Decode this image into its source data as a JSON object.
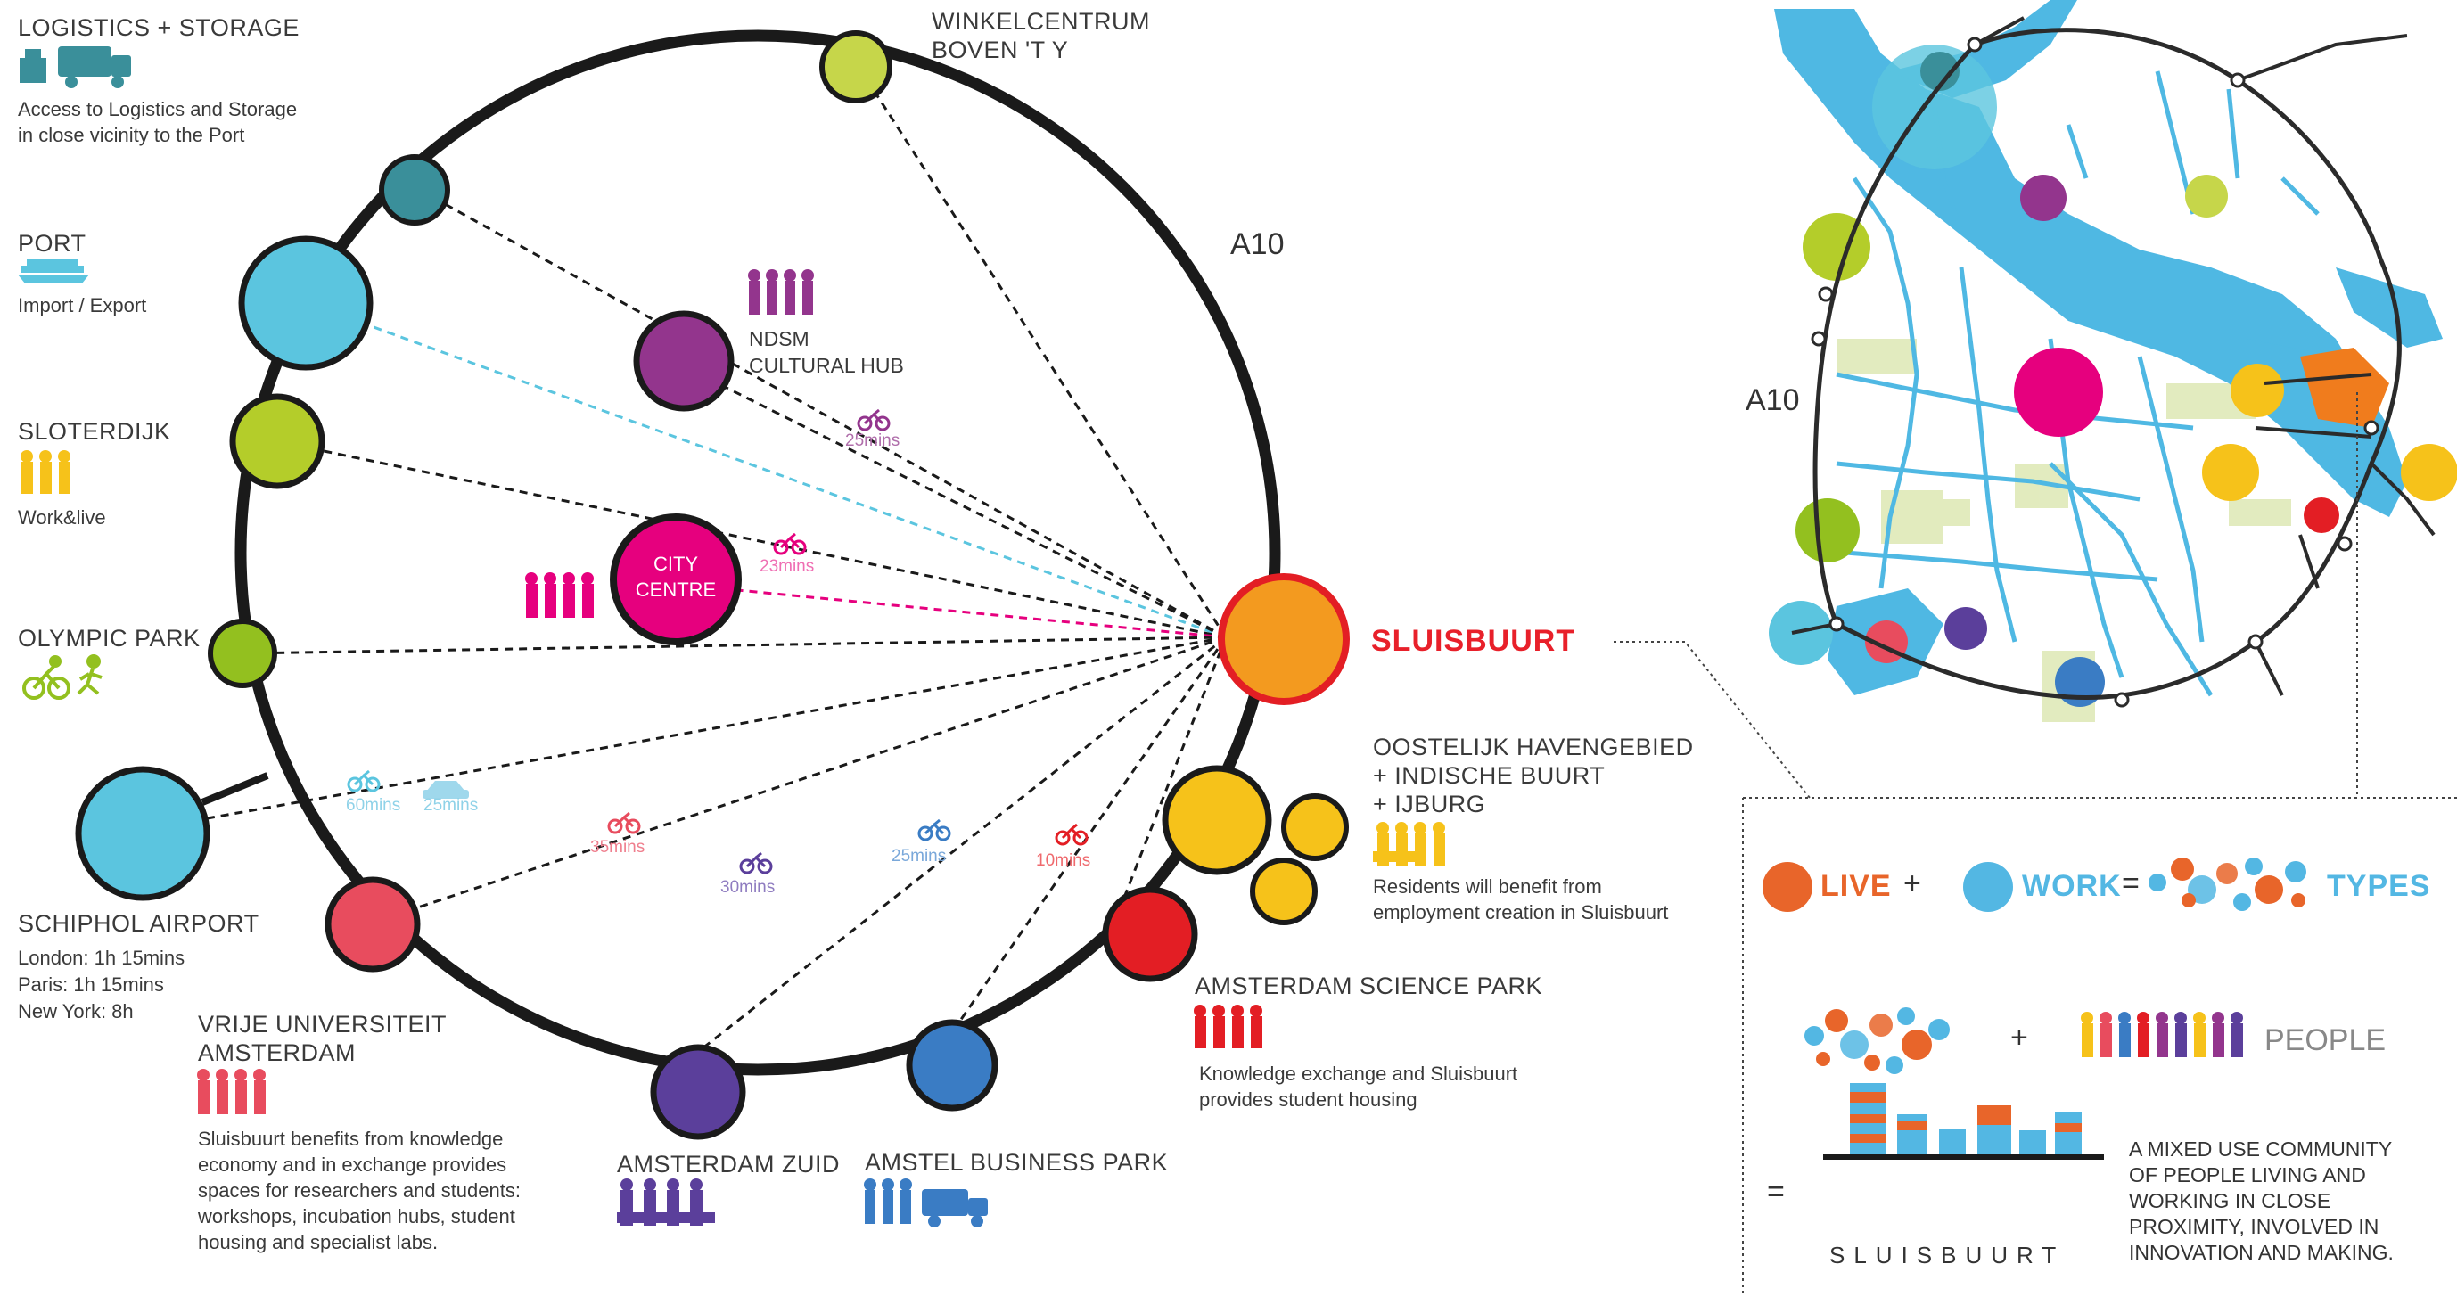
{
  "colors": {
    "ring": "#1a1a1a",
    "sluisbuurt": "#f39a1f",
    "sluisbuurt_text": "#e8202a",
    "city_centre": "#e6007e",
    "ndsm": "#93358d",
    "port": "#5bc5df",
    "schiphol": "#5bc5df",
    "lime": "#b4cd2a",
    "teal": "#3a8f9a",
    "green": "#93c01f",
    "yellow": "#f6c21a",
    "red": "#e31e24",
    "pink": "#e84c5e",
    "purple": "#5b3f9b",
    "blue": "#3a7cc4",
    "water": "#4fb8e3",
    "live": "#e8652a",
    "work": "#53b7e3"
  },
  "ring_label": "A10",
  "map_label": "A10",
  "places": {
    "logistics": {
      "title": "LOGISTICS + STORAGE",
      "desc": "Access to Logistics and Storage\nin close vicinity to the Port",
      "icon": "truck-icon"
    },
    "port": {
      "title": "PORT",
      "desc": "Import / Export",
      "icon": "ship-icon"
    },
    "sloterdijk": {
      "title": "SLOTERDIJK",
      "desc": "Work&live",
      "icon": "people-icon"
    },
    "olympic": {
      "title": "OLYMPIC PARK",
      "icon": "cyclist-runner-icon"
    },
    "schiphol": {
      "title": "SCHIPHOL AIRPORT",
      "desc": "London: 1h 15mins\nParis: 1h 15mins\nNew York: 8h"
    },
    "vu": {
      "title": "VRIJE UNIVERSITEIT\nAMSTERDAM",
      "desc": "Sluisbuurt benefits from knowledge\neconomy and in exchange provides\nspaces for researchers and students:\nworkshops, incubation hubs, student\nhousing and specialist labs.",
      "icon": "people-icon"
    },
    "zuid": {
      "title": "AMSTERDAM ZUID",
      "icon": "people-icon"
    },
    "amstel": {
      "title": "AMSTEL BUSINESS PARK",
      "icon": "people-truck-icon"
    },
    "science": {
      "title": "AMSTERDAM SCIENCE PARK",
      "desc": "Knowledge exchange and Sluisbuurt\nprovides student housing",
      "icon": "people-icon"
    },
    "oostelijk": {
      "title": "OOSTELIJK HAVENGEBIED\n+ INDISCHE BUURT\n+ IJBURG",
      "desc": "Residents will benefit from\nemployment creation in Sluisbuurt",
      "icon": "people-icon"
    },
    "winkel": {
      "title": "WINKELCENTRUM\nBOVEN 'T Y"
    },
    "ndsm": {
      "title": "NDSM\nCULTURAL HUB",
      "icon": "people-icon"
    },
    "city": {
      "title": "CITY\nCENTRE",
      "icon": "people-icon"
    },
    "sluisbuurt": {
      "title": "SLUISBUURT"
    }
  },
  "travel_times": {
    "ndsm": "25mins",
    "city": "23mins",
    "schiphol_bike": "60mins",
    "schiphol_car": "25mins",
    "vu": "35mins",
    "zuid": "30mins",
    "amstel": "25mins",
    "science": "10mins"
  },
  "legend": {
    "live": "LIVE",
    "plus": "+",
    "work": "WORK",
    "equals": "=",
    "types": "TYPES",
    "plus2": "+",
    "people": "PEOPLE",
    "equals2": "=",
    "sluisbuurt_small": "SLUISBUURT",
    "mixed_use": "A MIXED USE COMMUNITY\nOF PEOPLE LIVING AND\nWORKING IN CLOSE\nPROXIMITY, INVOLVED IN\nINNOVATION AND MAKING."
  }
}
